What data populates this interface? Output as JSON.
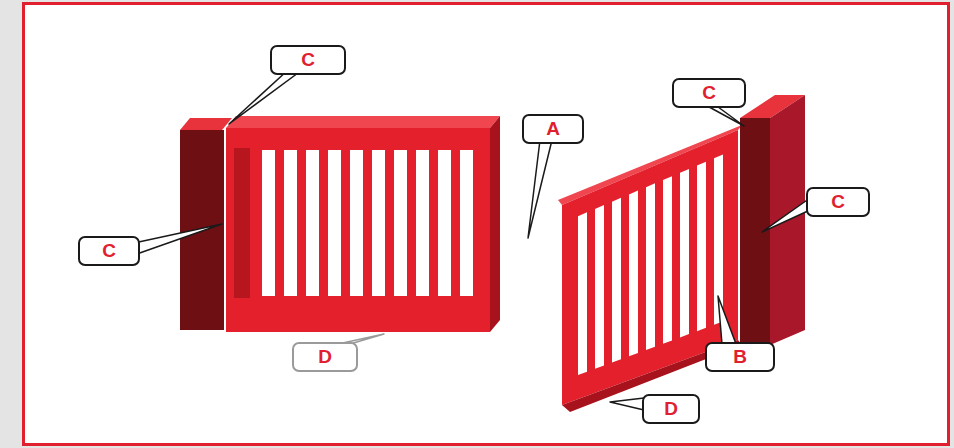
{
  "diagram": {
    "labels": [
      "C",
      "C",
      "A",
      "C",
      "C",
      "D",
      "B",
      "D"
    ]
  }
}
